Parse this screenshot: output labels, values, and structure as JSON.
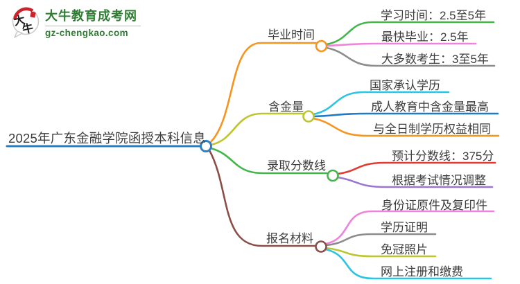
{
  "logo": {
    "badge_chars": "大牛",
    "title": "大牛教育成考网",
    "domain": "gz-chengkao.com",
    "brand_color": "#2e7d32",
    "seal_color": "#cc2229"
  },
  "mindmap": {
    "root": {
      "label": "2025年广东金融学院函授本科信息",
      "color": "#2e7fc1"
    },
    "branches": [
      {
        "label": "毕业时间",
        "color": "#f7941e",
        "children": [
          {
            "label": "学习时间：2.5至5年",
            "color": "#43b649"
          },
          {
            "label": "最快毕业：2.5年",
            "color": "#ee82dc"
          },
          {
            "label": "大多数考生：3至5年",
            "color": "#8c8c8c"
          }
        ]
      },
      {
        "label": "含金量",
        "color": "#bcc62c",
        "children": [
          {
            "label": "国家承认学历",
            "color": "#2bc4e2"
          },
          {
            "label": "成人教育中含金量最高",
            "color": "#2279c5"
          },
          {
            "label": "与全日制学历权益相同",
            "color": "#f7941e"
          }
        ]
      },
      {
        "label": "录取分数线",
        "color": "#43b649",
        "children": [
          {
            "label": "预计分数线：375分",
            "color": "#e23b35"
          },
          {
            "label": "根据考试情况调整",
            "color": "#9a76d0"
          }
        ]
      },
      {
        "label": "报名材料",
        "color": "#8b4d45",
        "children": [
          {
            "label": "身份证原件及复印件",
            "color": "#ee82dc"
          },
          {
            "label": "学历证明",
            "color": "#8c8c8c"
          },
          {
            "label": "免冠照片",
            "color": "#bcc62c"
          },
          {
            "label": "网上注册和缴费",
            "color": "#2bc4e2"
          }
        ]
      }
    ]
  }
}
